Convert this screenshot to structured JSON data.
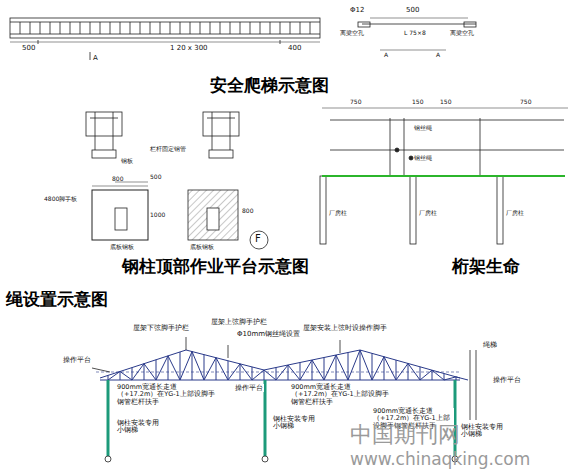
{
  "diagram": {
    "labels": [
      "500",
      "1 20 x 300",
      "400",
      "A",
      "Φ12",
      "500",
      "离梁空孔",
      "L 75×8",
      "离梁空孔",
      "A",
      "A",
      "安全爬梯示意图",
      "钢板",
      "栏杆固定钢管",
      "800",
      "500",
      "4800脚手板",
      "1000",
      "800",
      "底板钢板",
      "底板钢板",
      "F",
      "750",
      "150",
      "150",
      "750",
      "钢丝绳",
      "钢丝绳",
      "厂房柱",
      "厂房柱",
      "厂房柱",
      "钢柱顶部作业平台示意图",
      "桁架生命",
      "绳设置示意图",
      "屋架下弦脚手护栏",
      "屋架上弦脚手护栏",
      "Φ10mm钢丝绳设置",
      "屋架安装上弦时设操作脚手",
      "绳梯",
      "操作平台",
      "900mm宽通长走道（+17.2m）在YG-1上部设脚手钢管栏杆扶手",
      "900mm宽通长走道（+17.2m）在YG-1上部设脚手钢管栏杆扶手",
      "900mm宽通长走道（+17.2m）在YG-1上部设脚手钢管栏杆扶手",
      "操作平台",
      "操作平台",
      "钢柱安装专用小钢梯",
      "钢柱安装专用小钢梯",
      "钢柱安装专用小钢梯",
      "中国期刊网",
      "www.chinaqking.com"
    ]
  }
}
